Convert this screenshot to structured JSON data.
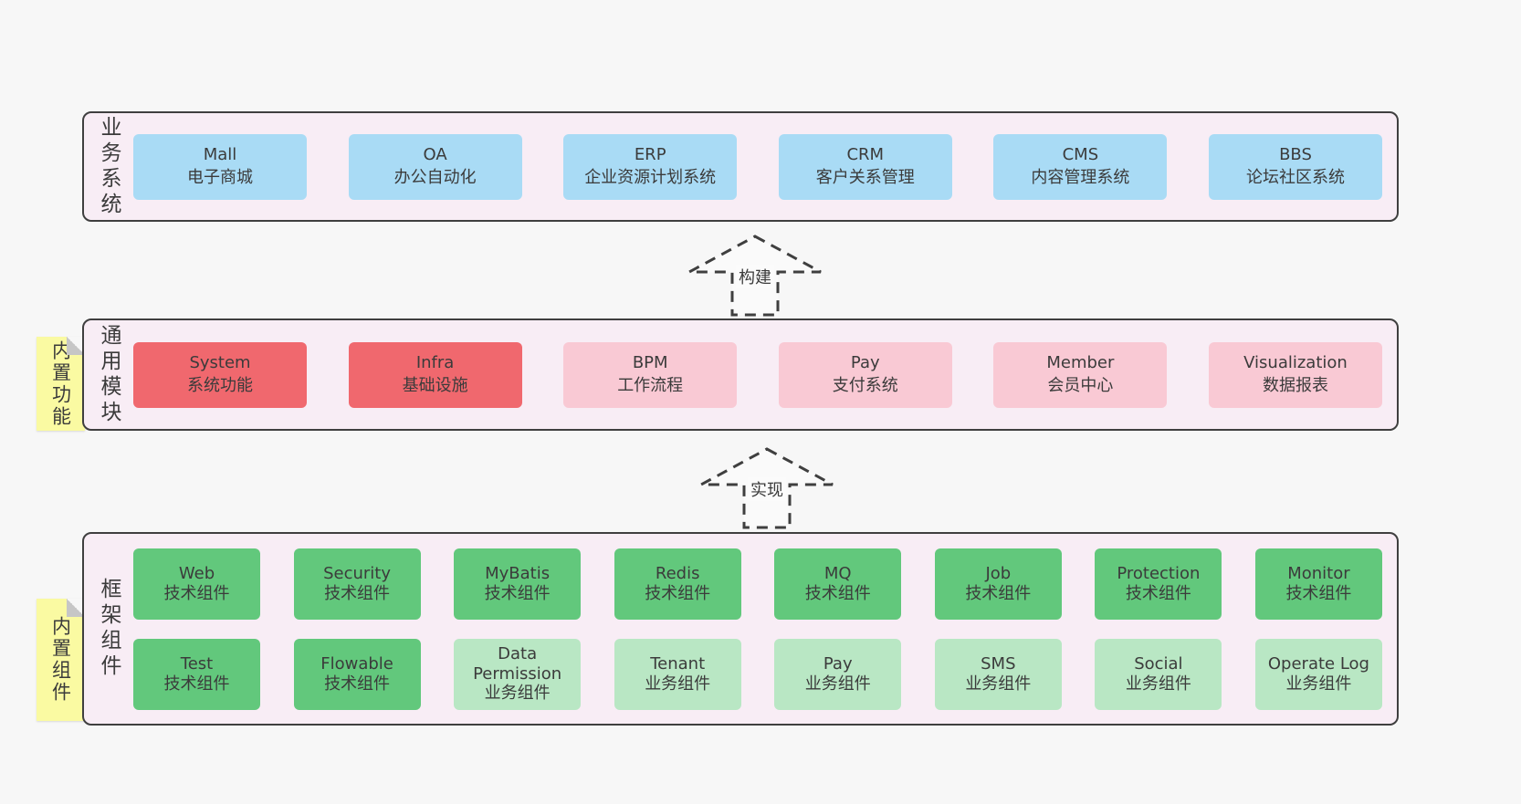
{
  "colors": {
    "page-bg": "#f7f7f7",
    "layer-bg": "#f8edf5",
    "layer-border": "#3f3f3f",
    "box-blue": "#a9dbf5",
    "box-red": "#f0686e",
    "box-pink": "#f9c9d4",
    "box-green": "#62c87c",
    "box-lightgreen": "#b9e7c4",
    "note-yellow": "#fafaa2",
    "note-fold": "#c6c6c6",
    "text-dark": "#3b3b3b"
  },
  "arrows": [
    {
      "label": "构建"
    },
    {
      "label": "实现"
    }
  ],
  "layers": [
    {
      "side_label": "业务系统",
      "boxes": [
        {
          "title": "Mall",
          "subtitle": "电子商城"
        },
        {
          "title": "OA",
          "subtitle": "办公自动化"
        },
        {
          "title": "ERP",
          "subtitle": "企业资源计划系统"
        },
        {
          "title": "CRM",
          "subtitle": "客户关系管理"
        },
        {
          "title": "CMS",
          "subtitle": "内容管理系统"
        },
        {
          "title": "BBS",
          "subtitle": "论坛社区系统"
        }
      ]
    },
    {
      "side_label": "通用模块",
      "note": "内置功能",
      "boxes": [
        {
          "title": "System",
          "subtitle": "系统功能"
        },
        {
          "title": "Infra",
          "subtitle": "基础设施"
        },
        {
          "title": "BPM",
          "subtitle": "工作流程"
        },
        {
          "title": "Pay",
          "subtitle": "支付系统"
        },
        {
          "title": "Member",
          "subtitle": "会员中心"
        },
        {
          "title": "Visualization",
          "subtitle": "数据报表"
        }
      ]
    },
    {
      "side_label": "框架组件",
      "note": "内置组件",
      "rows": [
        {
          "boxes": [
            {
              "title": "Web",
              "subtitle": "技术组件"
            },
            {
              "title": "Security",
              "subtitle": "技术组件"
            },
            {
              "title": "MyBatis",
              "subtitle": "技术组件"
            },
            {
              "title": "Redis",
              "subtitle": "技术组件"
            },
            {
              "title": "MQ",
              "subtitle": "技术组件"
            },
            {
              "title": "Job",
              "subtitle": "技术组件"
            },
            {
              "title": "Protection",
              "subtitle": "技术组件"
            },
            {
              "title": "Monitor",
              "subtitle": "技术组件"
            }
          ]
        },
        {
          "boxes": [
            {
              "title": "Test",
              "subtitle": "技术组件"
            },
            {
              "title": "Flowable",
              "subtitle": "技术组件"
            },
            {
              "title": "Data Permission",
              "subtitle": "业务组件"
            },
            {
              "title": "Tenant",
              "subtitle": "业务组件"
            },
            {
              "title": "Pay",
              "subtitle": "业务组件"
            },
            {
              "title": "SMS",
              "subtitle": "业务组件"
            },
            {
              "title": "Social",
              "subtitle": "业务组件"
            },
            {
              "title": "Operate Log",
              "subtitle": "业务组件"
            }
          ]
        }
      ]
    }
  ]
}
